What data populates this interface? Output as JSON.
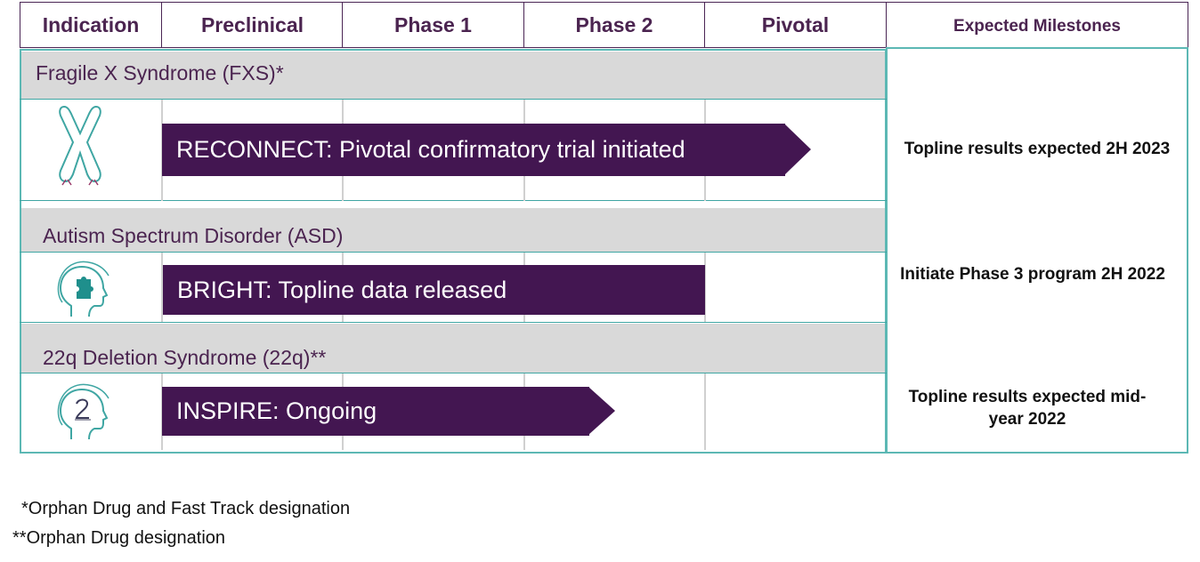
{
  "header": {
    "col_indication": "Indication",
    "col_preclinical": "Preclinical",
    "col_phase1": "Phase 1",
    "col_phase2": "Phase 2",
    "col_pivotal": "Pivotal",
    "col_milestones": "Expected Milestones"
  },
  "rows": [
    {
      "indication": "Fragile X Syndrome (FXS)*",
      "icon": "chromosome-icon",
      "program": "RECONNECT: Pivotal confirmatory trial initiated",
      "milestone": "Topline results expected 2H 2023"
    },
    {
      "indication": "Autism Spectrum Disorder (ASD)",
      "icon": "head-puzzle-icon",
      "program": "BRIGHT: Topline data released",
      "milestone": "Initiate Phase 3 program 2H 2022"
    },
    {
      "indication": "22q Deletion Syndrome (22q)**",
      "icon": "head-22q-icon",
      "program": "INSPIRE: Ongoing",
      "milestone": "Topline results expected mid-year 2022"
    }
  ],
  "footnotes": [
    "*Orphan Drug and Fast Track designation",
    "**Orphan Drug designation"
  ],
  "colors": {
    "purple_dark": "#431651",
    "purple_text": "#4b2450",
    "teal": "#3fa6a3",
    "band_gray": "#d9d9d9"
  }
}
